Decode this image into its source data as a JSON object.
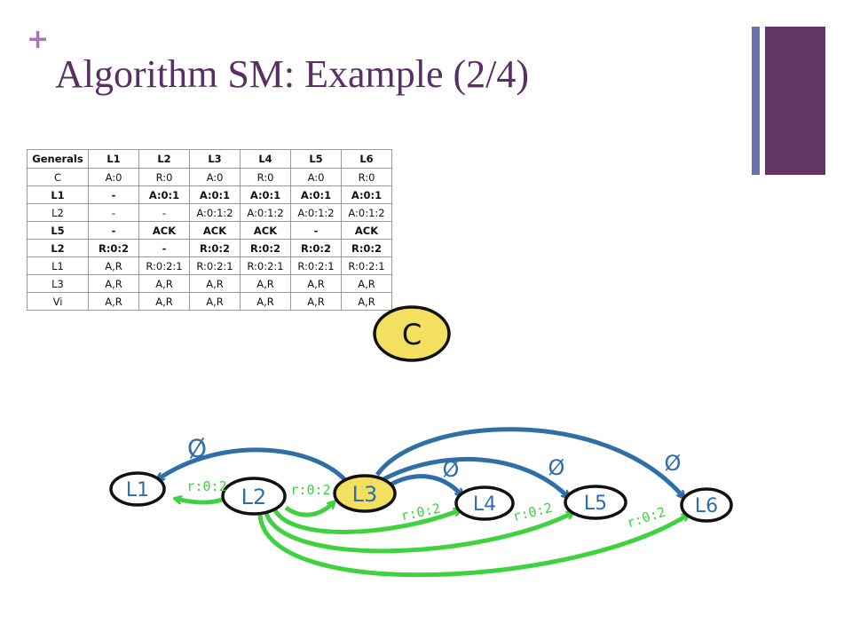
{
  "slide": {
    "bullet": "+",
    "title": "Algorithm SM: Example (2/4)"
  },
  "colors": {
    "title": "#5a2f66",
    "bullet": "#b070b8",
    "accent_bar_thin": "#6b6faa",
    "accent_bar_thick": "#633566",
    "node_fill_commander": "#f3e060",
    "edge_blue": "#2f6fa8",
    "edge_green": "#3ed23e"
  },
  "table": {
    "headers": [
      "Generals",
      "L1",
      "L2",
      "L3",
      "L4",
      "L5",
      "L6"
    ],
    "rows": [
      {
        "cells": [
          "C",
          "A:0",
          "R:0",
          "A:0",
          "R:0",
          "A:0",
          "R:0"
        ],
        "bold": false
      },
      {
        "cells": [
          "L1",
          "-",
          "A:0:1",
          "A:0:1",
          "A:0:1",
          "A:0:1",
          "A:0:1"
        ],
        "bold": true
      },
      {
        "cells": [
          "L2",
          "-",
          "-",
          "A:0:1:2",
          "A:0:1:2",
          "A:0:1:2",
          "A:0:1:2"
        ],
        "bold": false
      },
      {
        "cells": [
          "L5",
          "-",
          "ACK",
          "ACK",
          "ACK",
          "-",
          "ACK"
        ],
        "bold": true
      },
      {
        "cells": [
          "L2",
          "R:0:2",
          "-",
          "R:0:2",
          "R:0:2",
          "R:0:2",
          "R:0:2"
        ],
        "bold": true
      },
      {
        "cells": [
          "L1",
          "A,R",
          "R:0:2:1",
          "R:0:2:1",
          "R:0:2:1",
          "R:0:2:1",
          "R:0:2:1"
        ],
        "bold": false
      },
      {
        "cells": [
          "L3",
          "A,R",
          "A,R",
          "A,R",
          "A,R",
          "A,R",
          "A,R"
        ],
        "bold": false
      },
      {
        "cells": [
          "Vi",
          "A,R",
          "A,R",
          "A,R",
          "A,R",
          "A,R",
          "A,R"
        ],
        "bold": false
      }
    ]
  },
  "diagram": {
    "nodes": [
      {
        "id": "C",
        "label": "C"
      },
      {
        "id": "L1",
        "label": "L1"
      },
      {
        "id": "L2",
        "label": "L2"
      },
      {
        "id": "L3",
        "label": "L3"
      },
      {
        "id": "L4",
        "label": "L4"
      },
      {
        "id": "L5",
        "label": "L5"
      },
      {
        "id": "L6",
        "label": "L6"
      }
    ],
    "blue_edges": [
      {
        "from": "L3",
        "to": "L1",
        "label": "Ø"
      },
      {
        "from": "L3",
        "to": "L4",
        "label": "Ø"
      },
      {
        "from": "L3",
        "to": "L5",
        "label": "Ø"
      },
      {
        "from": "L3",
        "to": "L6",
        "label": "Ø"
      }
    ],
    "green_edges": [
      {
        "from": "L2",
        "to": "L1",
        "label": "r:0:2"
      },
      {
        "from": "L2",
        "to": "L3",
        "label": "r:0:2"
      },
      {
        "from": "L2",
        "to": "L4",
        "label": "r:0:2"
      },
      {
        "from": "L2",
        "to": "L5",
        "label": "r:0:2"
      },
      {
        "from": "L2",
        "to": "L6",
        "label": "r:0:2"
      }
    ]
  }
}
